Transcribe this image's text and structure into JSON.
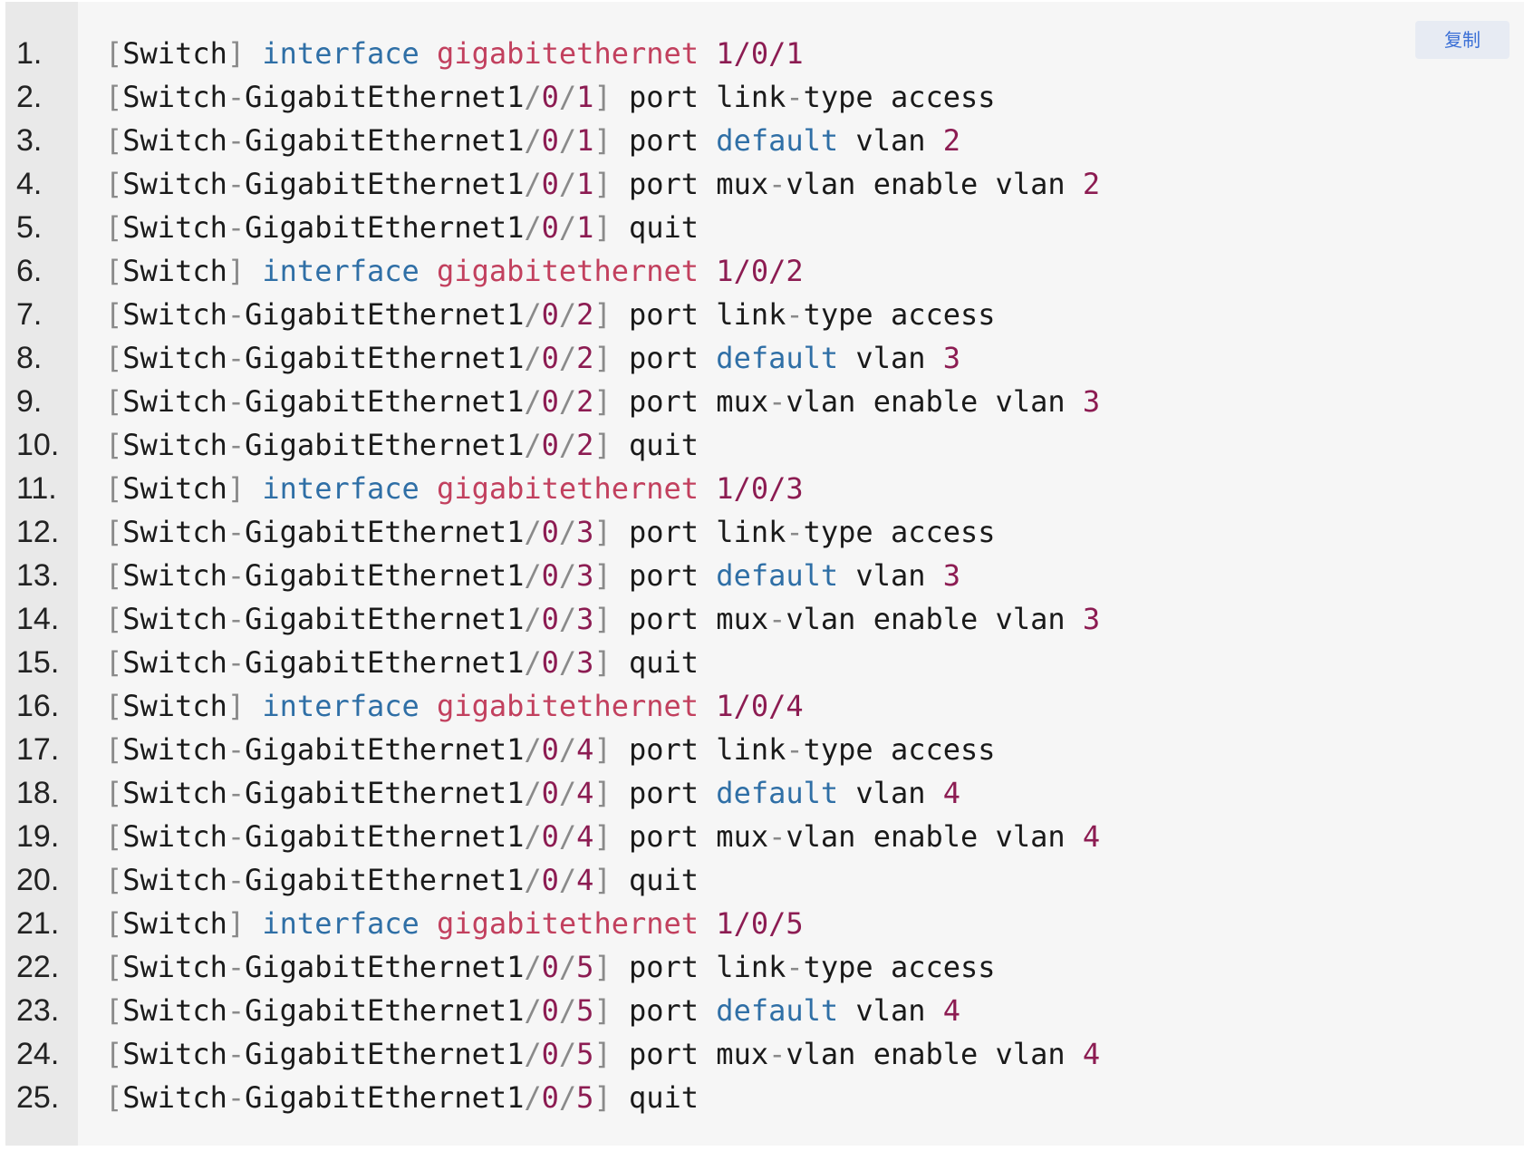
{
  "copy_button": {
    "label": "复制"
  },
  "colors": {
    "background": "#f6f6f6",
    "gutter": "#e9e9e9",
    "keyword": "#2f6fa6",
    "function": "#c2405e",
    "number": "#8c1c52",
    "punctuation": "#8a8a8a",
    "copy_text": "#3a6fd6"
  },
  "lines": [
    {
      "num": "1.",
      "prompt": "Switch",
      "iface": "1/0/1"
    },
    {
      "num": "2.",
      "prompt": "Switch-GigabitEthernet1/0/1",
      "cmd": "port link-type access"
    },
    {
      "num": "3.",
      "prompt": "Switch-GigabitEthernet1/0/1",
      "cmd": "port default vlan",
      "vlan": "2"
    },
    {
      "num": "4.",
      "prompt": "Switch-GigabitEthernet1/0/1",
      "cmd": "port mux-vlan enable vlan",
      "vlan": "2"
    },
    {
      "num": "5.",
      "prompt": "Switch-GigabitEthernet1/0/1",
      "cmd": "quit"
    },
    {
      "num": "6.",
      "prompt": "Switch",
      "iface": "1/0/2"
    },
    {
      "num": "7.",
      "prompt": "Switch-GigabitEthernet1/0/2",
      "cmd": "port link-type access"
    },
    {
      "num": "8.",
      "prompt": "Switch-GigabitEthernet1/0/2",
      "cmd": "port default vlan",
      "vlan": "3"
    },
    {
      "num": "9.",
      "prompt": "Switch-GigabitEthernet1/0/2",
      "cmd": "port mux-vlan enable vlan",
      "vlan": "3"
    },
    {
      "num": "10.",
      "prompt": "Switch-GigabitEthernet1/0/2",
      "cmd": "quit"
    },
    {
      "num": "11.",
      "prompt": "Switch",
      "iface": "1/0/3"
    },
    {
      "num": "12.",
      "prompt": "Switch-GigabitEthernet1/0/3",
      "cmd": "port link-type access"
    },
    {
      "num": "13.",
      "prompt": "Switch-GigabitEthernet1/0/3",
      "cmd": "port default vlan",
      "vlan": "3"
    },
    {
      "num": "14.",
      "prompt": "Switch-GigabitEthernet1/0/3",
      "cmd": "port mux-vlan enable vlan",
      "vlan": "3"
    },
    {
      "num": "15.",
      "prompt": "Switch-GigabitEthernet1/0/3",
      "cmd": "quit"
    },
    {
      "num": "16.",
      "prompt": "Switch",
      "iface": "1/0/4"
    },
    {
      "num": "17.",
      "prompt": "Switch-GigabitEthernet1/0/4",
      "cmd": "port link-type access"
    },
    {
      "num": "18.",
      "prompt": "Switch-GigabitEthernet1/0/4",
      "cmd": "port default vlan",
      "vlan": "4"
    },
    {
      "num": "19.",
      "prompt": "Switch-GigabitEthernet1/0/4",
      "cmd": "port mux-vlan enable vlan",
      "vlan": "4"
    },
    {
      "num": "20.",
      "prompt": "Switch-GigabitEthernet1/0/4",
      "cmd": "quit"
    },
    {
      "num": "21.",
      "prompt": "Switch",
      "iface": "1/0/5"
    },
    {
      "num": "22.",
      "prompt": "Switch-GigabitEthernet1/0/5",
      "cmd": "port link-type access"
    },
    {
      "num": "23.",
      "prompt": "Switch-GigabitEthernet1/0/5",
      "cmd": "port default vlan",
      "vlan": "4"
    },
    {
      "num": "24.",
      "prompt": "Switch-GigabitEthernet1/0/5",
      "cmd": "port mux-vlan enable vlan",
      "vlan": "4"
    },
    {
      "num": "25.",
      "prompt": "Switch-GigabitEthernet1/0/5",
      "cmd": "quit"
    }
  ]
}
